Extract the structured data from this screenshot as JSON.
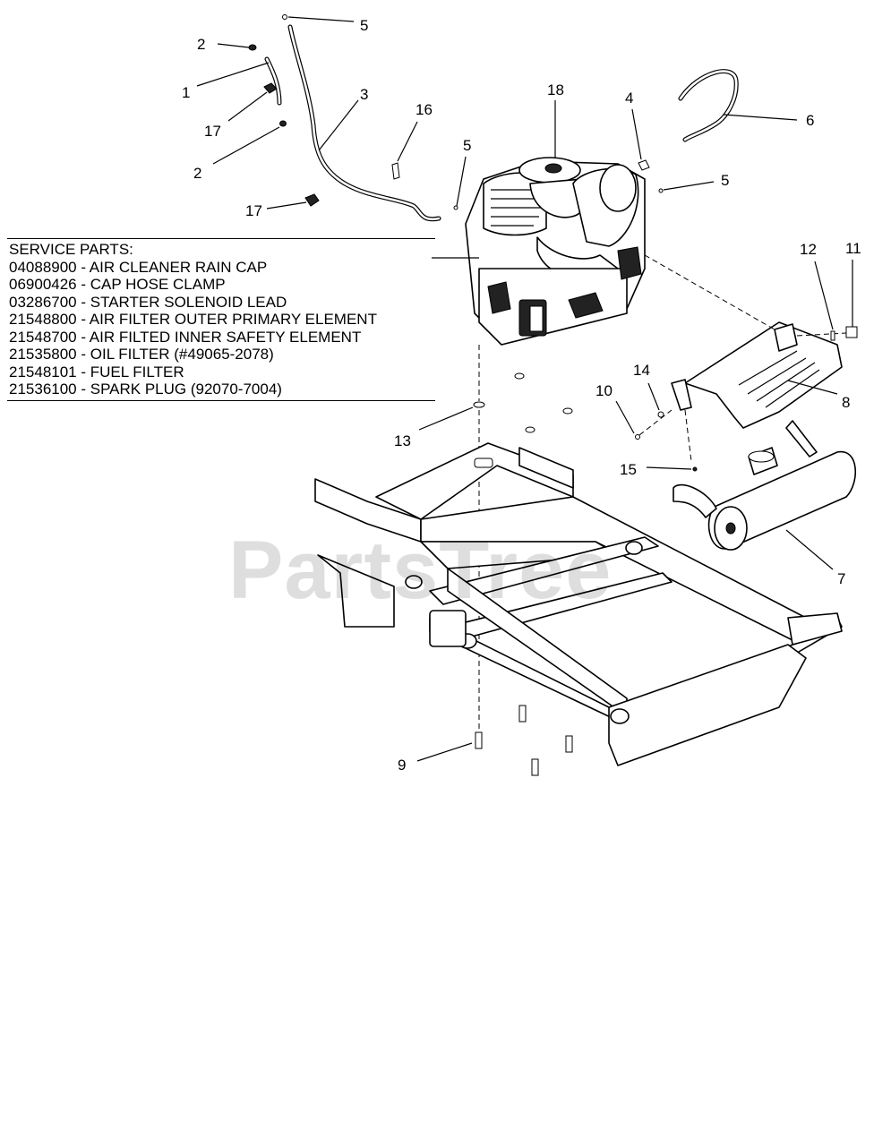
{
  "service_parts": {
    "heading": "SERVICE PARTS:",
    "items": [
      "04088900 - AIR CLEANER RAIN CAP",
      "06900426 - CAP HOSE CLAMP",
      "03286700 - STARTER SOLENOID LEAD",
      "21548800 - AIR FILTER OUTER PRIMARY ELEMENT",
      "21548700 - AIR FILTED INNER SAFETY ELEMENT",
      "21535800 - OIL FILTER (#49065-2078)",
      "21548101 - FUEL FILTER",
      "21536100 - SPARK PLUG (92070-7004)"
    ]
  },
  "callouts": {
    "c5a": "5",
    "c2a": "2",
    "c1": "1",
    "c3": "3",
    "c17a": "17",
    "c2b": "2",
    "c16": "16",
    "c17b": "17",
    "c18": "18",
    "c4": "4",
    "c6": "6",
    "c5b": "5",
    "c5c": "5",
    "c12": "12",
    "c11": "11",
    "c8": "8",
    "c14": "14",
    "c10": "10",
    "c13": "13",
    "c15": "15",
    "c7": "7",
    "c9": "9"
  },
  "watermark": "PartsTree",
  "colors": {
    "line": "#000000",
    "watermark": "#dddddd",
    "background": "#ffffff"
  }
}
